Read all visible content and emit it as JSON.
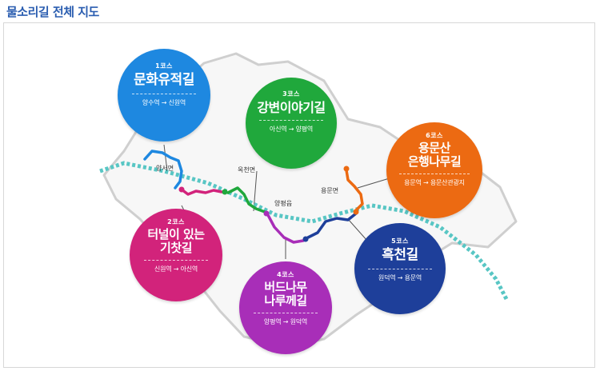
{
  "page_title": "물소리길 전체 지도",
  "places": {
    "yangseo": "양서면",
    "okcheon": "옥천면",
    "yangpyeong": "양평읍",
    "yongmun": "용문면"
  },
  "courses": [
    {
      "number": "1코스",
      "name_lines": [
        "문화유적길"
      ],
      "route": "양수역 → 신원역",
      "color": "#1e88e0"
    },
    {
      "number": "2코스",
      "name_lines": [
        "터널이 있는",
        "기찻길"
      ],
      "route": "신원역 → 아신역",
      "color": "#d2237b"
    },
    {
      "number": "3코스",
      "name_lines": [
        "강변이야기길"
      ],
      "route": "아신역 → 양평역",
      "color": "#20a83c"
    },
    {
      "number": "4코스",
      "name_lines": [
        "버드나무",
        "나루께길"
      ],
      "route": "양평역 → 원덕역",
      "color": "#a82eb8"
    },
    {
      "number": "5코스",
      "name_lines": [
        "흑천길"
      ],
      "route": "원덕역 → 용문역",
      "color": "#1e3f9a"
    },
    {
      "number": "6코스",
      "name_lines": [
        "용문산",
        "은행나무길"
      ],
      "route": "용문역 → 용문산관광지",
      "color": "#ec6a12"
    }
  ]
}
